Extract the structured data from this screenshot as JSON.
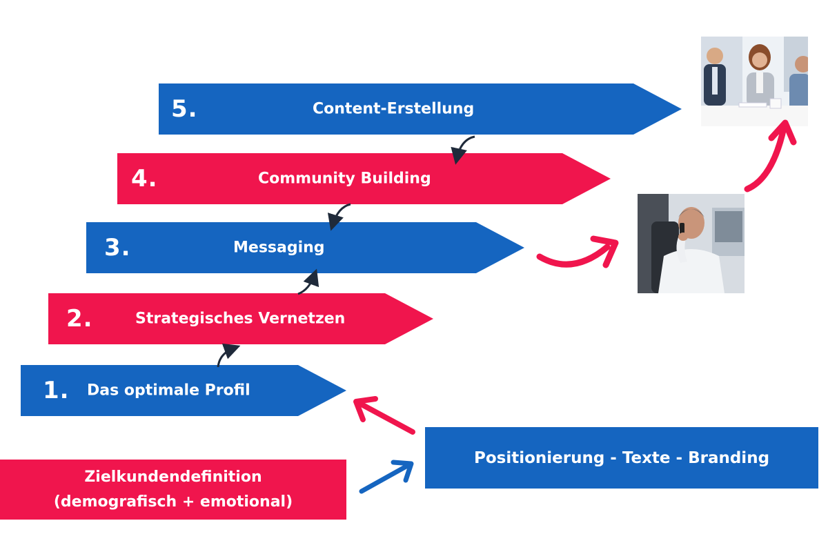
{
  "steps": [
    {
      "number": "1.",
      "label": "Das optimale Profil"
    },
    {
      "number": "2.",
      "label": "Strategisches Vernetzen"
    },
    {
      "number": "3.",
      "label": "Messaging"
    },
    {
      "number": "4.",
      "label": "Community Building"
    },
    {
      "number": "5.",
      "label": "Content-Erstellung"
    }
  ],
  "foundation": {
    "target_line1": "Zielkundendefinition",
    "target_line2": "(demografisch + emotional)",
    "positioning": "Positionierung - Texte - Branding"
  },
  "colors": {
    "blue": "#1565c0",
    "red": "#f0154d",
    "dark": "#1f2a3a"
  }
}
